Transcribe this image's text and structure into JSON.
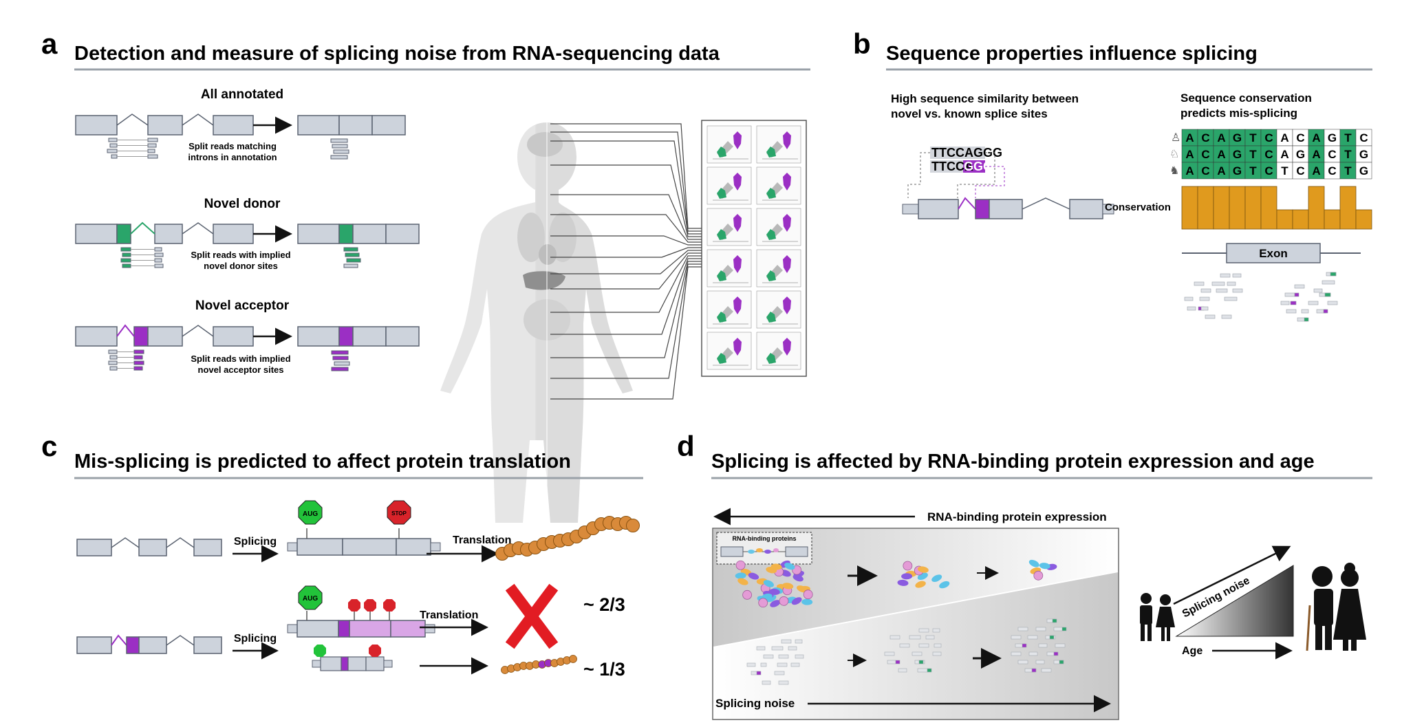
{
  "panels": {
    "a": {
      "letter": "a",
      "title": "Detection and measure of splicing noise from RNA-sequencing data",
      "rows": [
        {
          "heading": "All annotated",
          "caption1": "Split reads matching",
          "caption2": "introns in annotation"
        },
        {
          "heading": "Novel donor",
          "caption1": "Split reads with implied",
          "caption2": "novel donor sites"
        },
        {
          "heading": "Novel acceptor",
          "caption1": "Split reads with implied",
          "caption2": "novel acceptor sites"
        }
      ]
    },
    "b": {
      "letter": "b",
      "title": "Sequence properties influence splicing",
      "similarity_line1": "High sequence similarity between",
      "similarity_line2": "novel vs. known splice sites",
      "seq_known": "TTCCAGGG",
      "seq_novel_prefix": "TTCCA",
      "seq_novel_suffix": "GGG",
      "conservation_line1": "Sequence conservation",
      "conservation_line2": "predicts mis-splicing",
      "conservation_label": "Conservation",
      "exon_label": "Exon",
      "alignment_left": [
        [
          "A",
          "C",
          "A",
          "G",
          "T",
          "C"
        ],
        [
          "A",
          "C",
          "A",
          "G",
          "T",
          "C"
        ],
        [
          "A",
          "C",
          "A",
          "G",
          "T",
          "C"
        ]
      ],
      "alignment_right": [
        [
          "A",
          "C",
          "A",
          "G",
          "T",
          "C"
        ],
        [
          "A",
          "G",
          "A",
          "C",
          "T",
          "G"
        ],
        [
          "T",
          "C",
          "A",
          "C",
          "T",
          "G"
        ]
      ]
    },
    "c": {
      "letter": "c",
      "title": "Mis-splicing is predicted to affect protein translation",
      "splicing_label": "Splicing",
      "translation_label": "Translation",
      "start_codon": "AUG",
      "stop_codon": "STOP",
      "fraction_nmd": "~ 2/3",
      "fraction_translated": "~ 1/3"
    },
    "d": {
      "letter": "d",
      "title": "Splicing is affected by RNA-binding protein expression and age",
      "rbp_expression_label": "RNA-binding protein expression",
      "rbp_box_label": "RNA-binding proteins",
      "splicing_noise_label": "Splicing noise",
      "age_label": "Age",
      "ramp_label": "Splicing noise"
    }
  },
  "colors": {
    "exon": "#cdd3dc",
    "exon_stroke": "#5a6270",
    "donor": "#2aa56a",
    "acceptor": "#9b2fc4",
    "acceptor_light": "#d9a6e6",
    "conservation": "#e09a1e",
    "start": "#22c33a",
    "stop": "#d8232a",
    "protein": "#d98a3a",
    "rule": "#9aa1a8"
  }
}
